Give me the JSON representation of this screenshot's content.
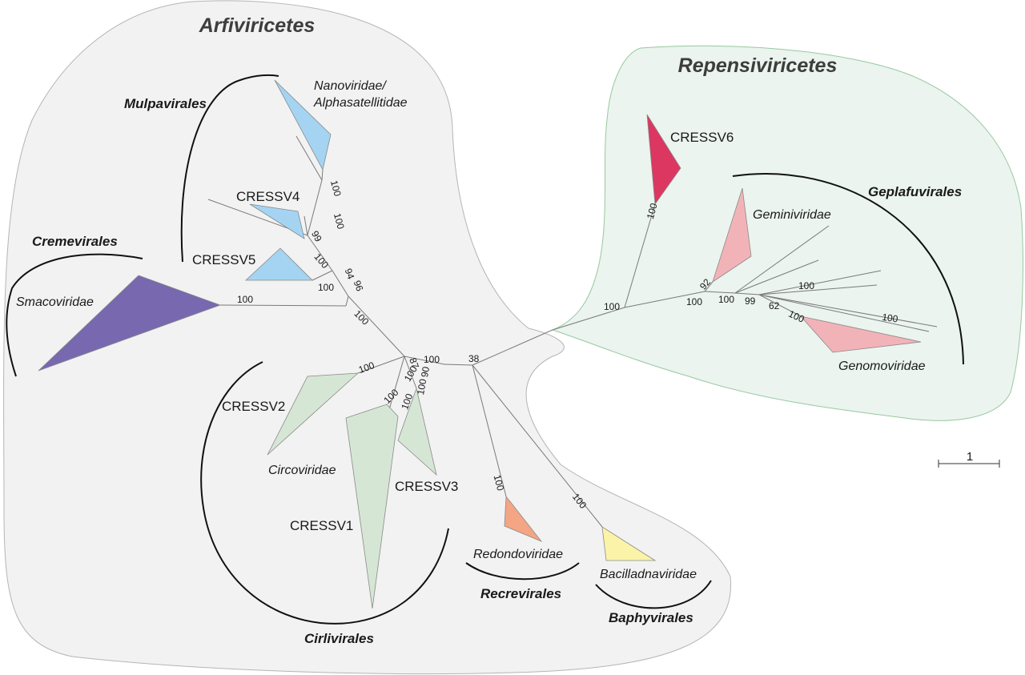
{
  "classes": {
    "left": "Arfiviricetes",
    "right": "Repensiviricetes"
  },
  "orders": {
    "mulpavirales": "Mulpavirales",
    "cremevirales": "Cremevirales",
    "cirlivirales": "Cirlivirales",
    "recrevirales": "Recrevirales",
    "baphyvirales": "Baphyvirales",
    "geplafuvirales": "Geplafuvirales"
  },
  "families": {
    "nano1": "Nanoviridae/",
    "nano2": "Alphasatellitidae",
    "smaco": "Smacoviridae",
    "circo": "Circoviridae",
    "redondo": "Redondoviridae",
    "bacil": "Bacilladnaviridae",
    "gemini": "Geminiviridae",
    "genomo": "Genomoviridae"
  },
  "clades": {
    "cressv1": "CRESSV1",
    "cressv2": "CRESSV2",
    "cressv3": "CRESSV3",
    "cressv4": "CRESSV4",
    "cressv5": "CRESSV5",
    "cressv6": "CRESSV6"
  },
  "bootstrap": {
    "b_nano": "100",
    "b_nano_stem": "100",
    "b_cressv4": "99",
    "b_cressv5": "100",
    "b_cressv5_stem": "100",
    "b_94": "94",
    "b_96": "96",
    "b_smaco": "100",
    "b_arf_stem": "100",
    "b_87": "87",
    "b_100_node": "100",
    "b_38": "38",
    "b_cressv2": "100",
    "b_circo": "100",
    "b_100_cirl": "100",
    "b_90": "90",
    "b_100_c3a": "100",
    "b_100_c3b": "100",
    "b_redondo": "100",
    "b_bacil": "100",
    "b_rep_stem": "100",
    "b_cressv6": "100",
    "b_gemini": "92",
    "b_gep1": "100",
    "b_gep2": "100",
    "b_99": "99",
    "b_100_upper": "100",
    "b_62": "62",
    "b_100_genomo": "100",
    "b_100_far": "100"
  },
  "scale": {
    "label": "1"
  },
  "colors": {
    "arf_bg": "#f2f2f2",
    "rep_bg": "#ebf4ee",
    "rep_border": "#98c89f",
    "nano": "#a4d4f2",
    "cressv4": "#a4d4f2",
    "cressv5": "#a4d4f2",
    "smaco": "#7868b0",
    "cressv2": "#d5e6d5",
    "cressv1": "#d5e6d5",
    "cressv3": "#d5e6d5",
    "redondo": "#f4a583",
    "bacil": "#fbf3a7",
    "cressv6": "#dc3761",
    "gemini": "#f2b3b8",
    "genomo": "#f2b3b8"
  }
}
